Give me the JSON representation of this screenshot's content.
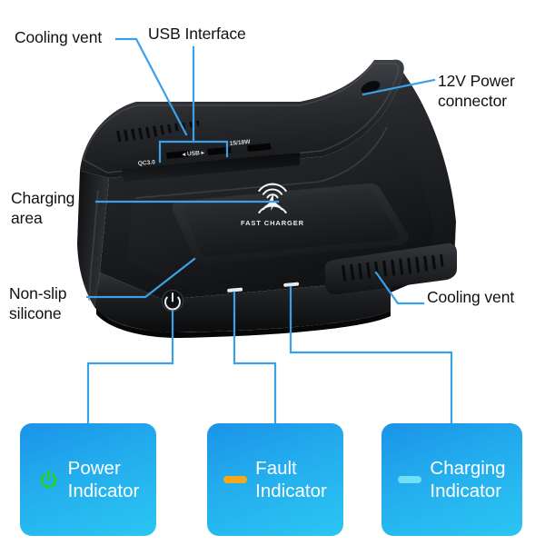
{
  "product": {
    "pad_logo_text": "FAST CHARGER",
    "pad_logo_icon": "wireless-charging-icon",
    "ports": [
      {
        "id": "qc30",
        "label": "QC3.0"
      },
      {
        "id": "usb",
        "label": "USB"
      },
      {
        "id": "watt",
        "label": "15/18W"
      }
    ],
    "power_button_icon": "power-icon"
  },
  "callouts": {
    "cooling_vent_top": "Cooling vent",
    "usb_interface": "USB Interface",
    "power_connector": "12V Power\nconnector",
    "charging_area": "Charging\narea",
    "non_slip": "Non-slip\nsilicone",
    "cooling_vent_right": "Cooling vent"
  },
  "indicator_cards": [
    {
      "id": "power",
      "label": "Power\nIndicator",
      "icon": "power-icon",
      "icon_color": "#21d421",
      "card_gradient_from": "#1b93e8",
      "card_gradient_to": "#2bc6f2"
    },
    {
      "id": "fault",
      "label": "Fault\nIndicator",
      "icon": "dash-icon",
      "icon_color": "#f5a81c",
      "card_gradient_from": "#1b93e8",
      "card_gradient_to": "#2bc6f2"
    },
    {
      "id": "charging",
      "label": "Charging\nIndicator",
      "icon": "dash-icon",
      "icon_color": "#6fe0f5",
      "card_gradient_from": "#1b93e8",
      "card_gradient_to": "#2bc6f2"
    }
  ],
  "colors": {
    "leader_line": "#3aa0e8",
    "label_text": "#111111",
    "card_text": "#ffffff",
    "background": "#ffffff",
    "device_body": "#1b1d20"
  }
}
